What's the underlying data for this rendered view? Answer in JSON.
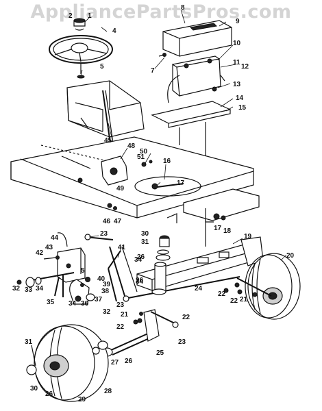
{
  "watermark": "AppliancePartsPros.com",
  "parts": [
    {
      "id": "p1",
      "label": "1"
    },
    {
      "id": "p2",
      "label": "2"
    },
    {
      "id": "p4",
      "label": "4"
    },
    {
      "id": "p5a",
      "label": "5"
    },
    {
      "id": "p7",
      "label": "7"
    },
    {
      "id": "p8",
      "label": "8"
    },
    {
      "id": "p9",
      "label": "9"
    },
    {
      "id": "p10",
      "label": "10"
    },
    {
      "id": "p11",
      "label": "11"
    },
    {
      "id": "p12",
      "label": "12"
    },
    {
      "id": "p13",
      "label": "13"
    },
    {
      "id": "p14",
      "label": "14"
    },
    {
      "id": "p15",
      "label": "15"
    },
    {
      "id": "p16",
      "label": "16"
    },
    {
      "id": "p17a",
      "label": "17"
    },
    {
      "id": "p17b",
      "label": "17"
    },
    {
      "id": "p18",
      "label": "18"
    },
    {
      "id": "p19",
      "label": "19"
    },
    {
      "id": "p20",
      "label": "20"
    },
    {
      "id": "p21a",
      "label": "21"
    },
    {
      "id": "p21b",
      "label": "21"
    },
    {
      "id": "p22a",
      "label": "22"
    },
    {
      "id": "p22b",
      "label": "22"
    },
    {
      "id": "p22c",
      "label": "22"
    },
    {
      "id": "p22d",
      "label": "22"
    },
    {
      "id": "p23a",
      "label": "23"
    },
    {
      "id": "p23b",
      "label": "23"
    },
    {
      "id": "p23c",
      "label": "23"
    },
    {
      "id": "p24",
      "label": "24"
    },
    {
      "id": "p25",
      "label": "25"
    },
    {
      "id": "p26a",
      "label": "26"
    },
    {
      "id": "p26b",
      "label": "26"
    },
    {
      "id": "p26c",
      "label": "26"
    },
    {
      "id": "p26d",
      "label": "26"
    },
    {
      "id": "p27",
      "label": "27"
    },
    {
      "id": "p28",
      "label": "28"
    },
    {
      "id": "p29",
      "label": "29"
    },
    {
      "id": "p30a",
      "label": "30"
    },
    {
      "id": "p30b",
      "label": "30"
    },
    {
      "id": "p31a",
      "label": "31"
    },
    {
      "id": "p31b",
      "label": "31"
    },
    {
      "id": "p32a",
      "label": "32"
    },
    {
      "id": "p32b",
      "label": "32"
    },
    {
      "id": "p33",
      "label": "33"
    },
    {
      "id": "p34a",
      "label": "34"
    },
    {
      "id": "p34b",
      "label": "34"
    },
    {
      "id": "p34c",
      "label": "34"
    },
    {
      "id": "p34d",
      "label": "34"
    },
    {
      "id": "p35",
      "label": "35"
    },
    {
      "id": "p36",
      "label": "36"
    },
    {
      "id": "p37",
      "label": "37"
    },
    {
      "id": "p38",
      "label": "38"
    },
    {
      "id": "p39",
      "label": "39"
    },
    {
      "id": "p40",
      "label": "40"
    },
    {
      "id": "p41",
      "label": "41"
    },
    {
      "id": "p42",
      "label": "42"
    },
    {
      "id": "p43",
      "label": "43"
    },
    {
      "id": "p44",
      "label": "44"
    },
    {
      "id": "p45",
      "label": "45"
    },
    {
      "id": "p46",
      "label": "46"
    },
    {
      "id": "p47",
      "label": "47"
    },
    {
      "id": "p48",
      "label": "48"
    },
    {
      "id": "p49",
      "label": "49"
    },
    {
      "id": "p50",
      "label": "50"
    },
    {
      "id": "p51",
      "label": "51"
    },
    {
      "id": "p5b",
      "label": "5"
    }
  ]
}
